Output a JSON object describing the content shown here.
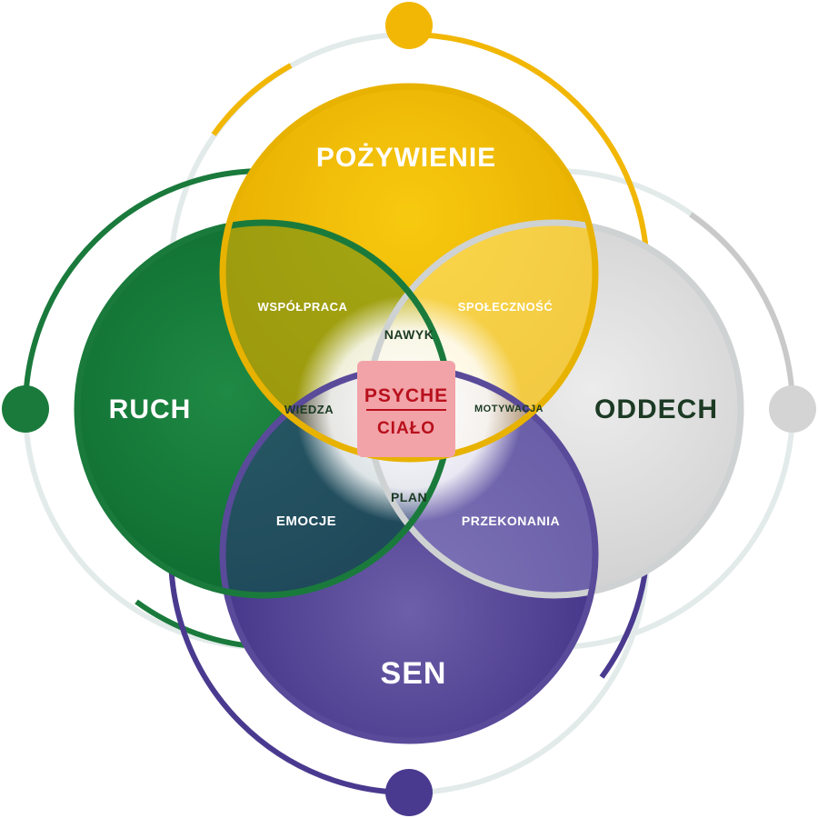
{
  "colors": {
    "yellow": "#f2b705",
    "yellow_light": "#f7d34a",
    "green": "#1a7a3c",
    "green_dark": "#0f6a30",
    "gray": "#d9d9d9",
    "gray_ring": "#c9c9c9",
    "purple": "#4a3a8f",
    "purple_light": "#7a6bb0",
    "core_fill": "#f2a3a8",
    "core_text": "#b8101c",
    "dark_text": "#1c3a24",
    "outer_ring": "#e3ecea"
  },
  "circles": {
    "top": "POŻYWIENIE",
    "left": "RUCH",
    "right": "ODDECH",
    "bottom": "SEN"
  },
  "overlaps": {
    "top_left": "WSPÓŁPRACA",
    "top_right": "SPOŁECZNOŚĆ",
    "left_bottom": "EMOCJE",
    "right_bottom": "PRZEKONANIA",
    "center_top": "NAWYK",
    "center_left": "WIEDZA",
    "center_right": "MOTYWACJA",
    "center_bottom": "PLAN"
  },
  "core": {
    "line1": "PSYCHE",
    "line2": "CIAŁO"
  }
}
